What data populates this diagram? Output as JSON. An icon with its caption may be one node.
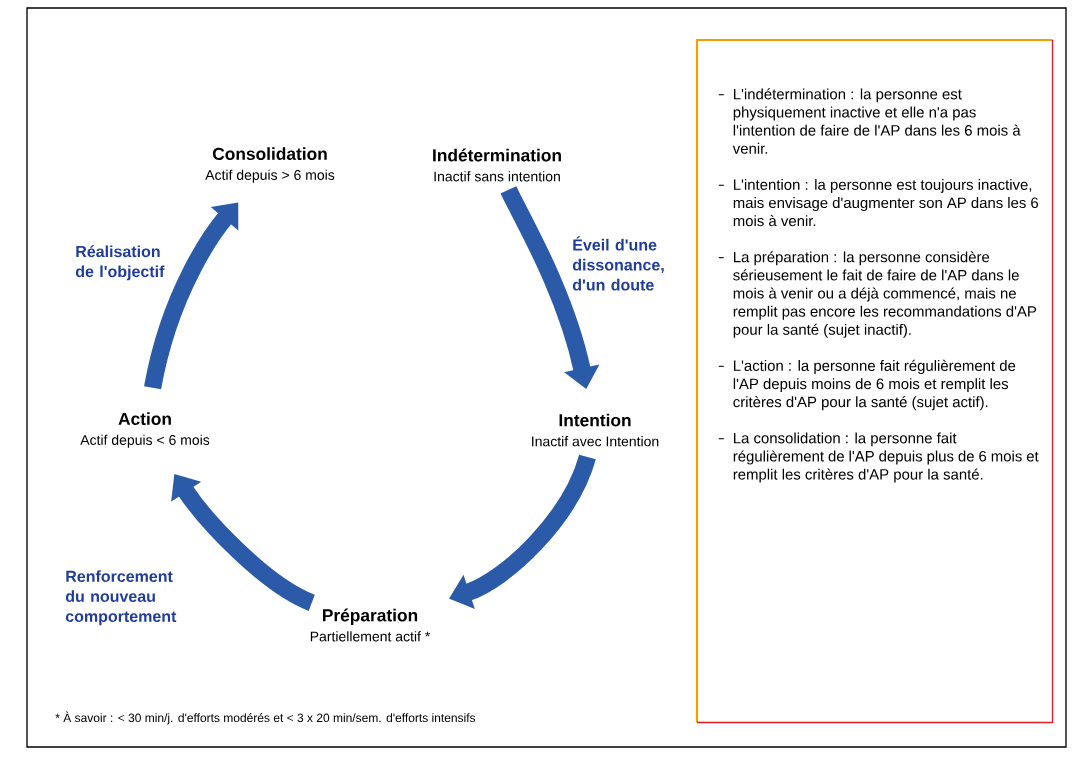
{
  "diagram": {
    "nodes": [
      {
        "text": [
          "Indétermination",
          "Inactif sans intention"
        ]
      },
      {
        "text": [
          "Intention",
          "Inactif avec Intention"
        ]
      },
      {
        "text": [
          "Préparation",
          "Partiellement actif *"
        ]
      },
      {
        "text": [
          "Action",
          "Actif depuis < 6 mois"
        ]
      },
      {
        "text": [
          "Consolidation",
          "Actif depuis > 6 mois"
        ]
      },
      {
        "text": [
          "L'indétermination : la personne est physiquement inactive et elle n'a pas l'intention de faire de l'AP dans les 6 mois à venir.",
          "L'intention : la personne est toujours inactive, mais envisage d'augmenter son AP dans les 6 mois à venir.",
          "La préparation : la personne considère sérieusement le fait de faire de l'AP dans le mois à venir ou a déjà commencé, mais ne remplit pas encore les recommandations d'AP pour la santé (sujet inactif).",
          "L'action : la personne fait régulièrement de l'AP depuis moins de 6 mois et remplit les critères d'AP pour la santé (sujet actif).",
          "La consolidation : la personne fait régulièrement de l'AP depuis plus de 6 mois et remplit les critères d'AP pour la santé."
        ]
      }
    ],
    "edges": [
      {
        "from": 0,
        "to": 1,
        "arrow": "to",
        "label": "Éveil d'une dissonance, d'un doute"
      },
      {
        "from": 1,
        "to": 2,
        "arrow": "to"
      },
      {
        "from": 2,
        "to": 3,
        "arrow": "to",
        "label": "Renforcement du nouveau comportement"
      },
      {
        "from": 3,
        "to": 4,
        "arrow": "to",
        "label": "Réalisation de l'objectif"
      }
    ],
    "labels": [
      "* À savoir : < 30 min/j. d'efforts modérés et < 3 x 20 min/sem. d'efforts intensifs"
    ]
  }
}
